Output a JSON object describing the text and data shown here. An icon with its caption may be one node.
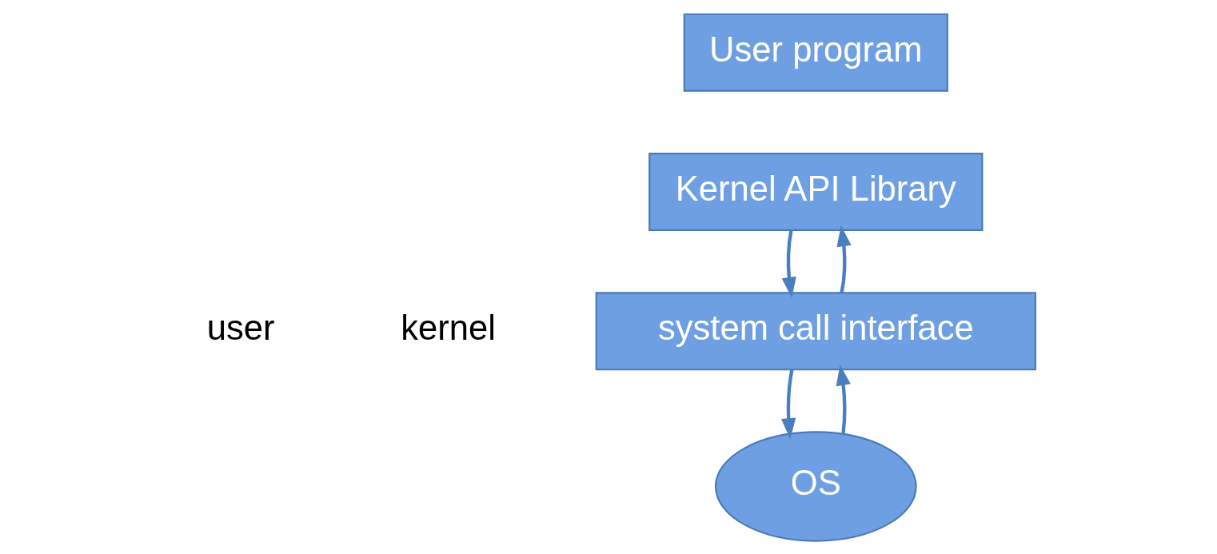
{
  "diagram": {
    "nodes": [
      {
        "text": [
          "User program"
        ]
      },
      {
        "text": [
          "Kernel API Library"
        ]
      },
      {
        "text": [
          "system call interface"
        ]
      },
      {
        "text": [
          "OS"
        ]
      }
    ],
    "edges": [
      {
        "from": 1,
        "to": 2,
        "arrow": "to"
      },
      {
        "from": 2,
        "to": 1,
        "arrow": "to"
      },
      {
        "from": 2,
        "to": 3,
        "arrow": "to"
      },
      {
        "from": 3,
        "to": 2,
        "arrow": "to"
      }
    ],
    "labels": [
      "user",
      "kernel"
    ]
  }
}
